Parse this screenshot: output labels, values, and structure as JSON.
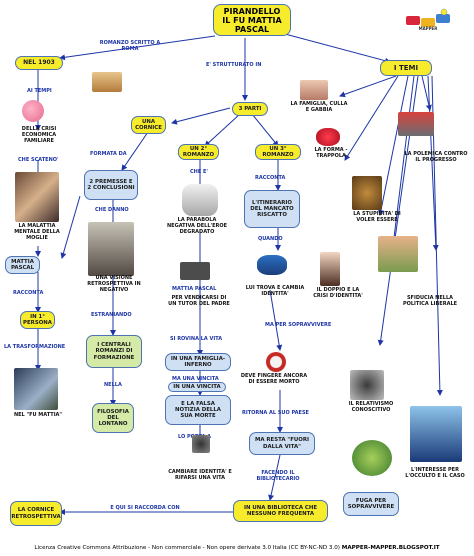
{
  "title": {
    "line1": "PIRANDELLO",
    "line2": "IL FU MATTIA PASCAL"
  },
  "nodes": {
    "nel1903": "NEL 1903",
    "temi": "I TEMI",
    "parti": "3 PARTI",
    "cornice": "UNA CORNICE",
    "romanzo2": "UN 2° ROMANZO",
    "romanzo3": "UN 3° ROMANZO",
    "premesse": "2 PREMESSE E 2 CONCLUSIONI",
    "itinerario": "L'ITINERARIO DEL MANCATO RISCATTO",
    "mattia": "MATTIA PASCAL",
    "persona": "IN 1° PERSONA",
    "centrali": "I CENTRALI ROMANZI DI FORMAZIONE",
    "filosofia": "FILOSOFIA DEL LONTANO",
    "famiglia": "IN UNA FAMIGLIA-INFERNO",
    "vincita": "IN UNA VINCITA",
    "notizia": "E LA FALSA NOTIZIA DELLA SUA MORTE",
    "vita": "MA RESTA \"FUORI DALLA VITA\"",
    "biblioteca": "IN UNA BIBLIOTECA CHE NESSUNO FREQUENTA",
    "retro": "LA CORNICE RETROSPETTIVA",
    "fuga": "FUGA PER SOPRAVVIVERE"
  },
  "links": {
    "romanzo": "ROMANZO SCRITTO A ROMA",
    "strutturato": "E' STRUTTURATO IN",
    "aitempi": "AI TEMPI",
    "scateno": "CHE SCATENO'",
    "formata": "FORMATA DA",
    "che": "CHE E'",
    "racconta1": "RACCONTA",
    "danno": "CHE DANNO",
    "quando": "QUANDO",
    "mattiapascal": "MATTIA PASCAL",
    "racconta2": "RACCONTA",
    "sopravvivere": "MA PER SOPRAVVIVERE",
    "rovina": "SI ROVINA LA VITA",
    "trasformazione": "LA TRASFORMAZIONE",
    "estraniando": "ESTRANIANDO",
    "unavincita": "MA UNA VINCITA",
    "nella": "NELLA",
    "ritorna": "RITORNA AL SUO PAESE",
    "loporta": "LO PORTA A",
    "facendo": "FACENDO IL BIBLIOTECARIO",
    "raccorda": "E QUI SI RACCORDA CON"
  },
  "captions": {
    "crisi": "DELLA CRISI ECONOMICA FAMILIARE",
    "malattia": "LA MALATTIA MENTALE DELLA MOGLIE",
    "visione": "UNA VISIONE RETROSPETTIVA IN NEGATIVO",
    "nelfu": "NEL \"FU MATTIA\"",
    "parabola": "LA PARABOLA NEGATIVA DELL'EROE DEGRADATO",
    "vendicarsi": "PER VENDICARSI DI UN TUTOR DEL PADRE",
    "cambiare": "CAMBIARE IDENTITA' E RIFARSI UNA VITA",
    "cambia": "LUI TROVA E CAMBIA IDENTITA'",
    "finge": "DEVE FINGERE ANCORA DI ESSERE MORTO",
    "famigliatema": "LA FAMIGLIA, CULLA E GABBIA",
    "forma": "LA FORMA - TRAPPOLA",
    "polemica": "LA POLEMICA CONTRO IL PROGRESSO",
    "stupidita": "LA STUPIDITA' DI VOLER ESSERE",
    "doppio": "IL DOPPIO E LA CRISI D'IDENTITA'",
    "sfiducia": "SFIDUCIA NELLA POLITICA LIBERALE",
    "relativismo": "IL RELATIVISMO CONOSCITIVO",
    "interesse": "L'INTERESSE PER L'OCCULTO E IL CASO"
  },
  "logo": "MAPPER",
  "footer": {
    "license": "Licenza Creative Commons Attribuzione - Non commerciale - Non opere derivate 3.0 Italia (CC BY-NC-ND 3.0)",
    "site": "MAPPER-MAPPER.BLOGSPOT.IT"
  },
  "colors": {
    "yellow": "#f6ec2c",
    "green": "#d4eaa6",
    "blue": "#cfe0f5",
    "border": "#4d73b3",
    "link_text": "#1d35a6"
  }
}
